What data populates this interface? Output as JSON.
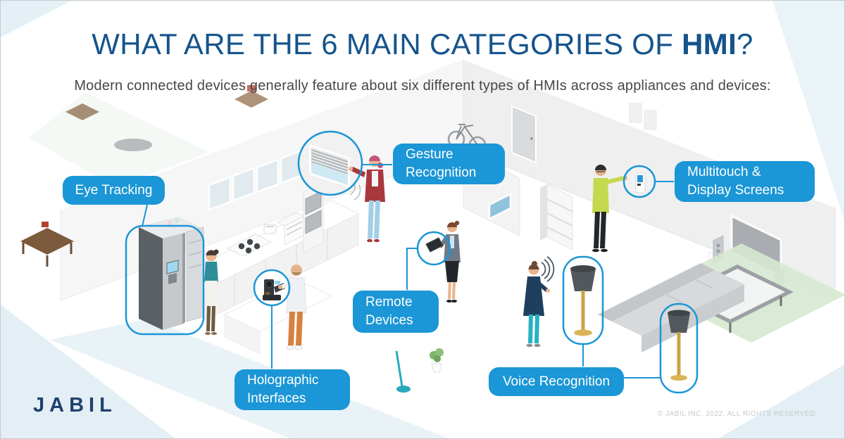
{
  "header": {
    "title_prefix": "WHAT ARE THE 6 MAIN CATEGORIES OF ",
    "title_bold": "HMI",
    "title_suffix": "?",
    "subtitle": "Modern connected devices generally feature about six different types of HMIs across appliances and devices:"
  },
  "callouts": [
    {
      "id": "eye-tracking",
      "text": "Eye Tracking"
    },
    {
      "id": "gesture-recognition",
      "text": "Gesture\nRecognition"
    },
    {
      "id": "multitouch-display-screens",
      "text": "Multitouch &\nDisplay Screens"
    },
    {
      "id": "remote-devices",
      "text": "Remote\nDevices"
    },
    {
      "id": "holographic-interfaces",
      "text": "Holographic\nInterfaces"
    },
    {
      "id": "voice-recognition",
      "text": "Voice Recognition"
    }
  ],
  "scene": {
    "highlighted_devices": [
      "refrigerator-display",
      "window-blinds",
      "wall-touch-panel",
      "handheld-tablet",
      "holographic-projector",
      "smart-floor-lamps"
    ]
  },
  "footer": {
    "logo_text": "JABIL",
    "copyright": "© JABIL INC, 2022. ALL RIGHTS RESERVED."
  },
  "colors": {
    "title_blue": "#15548c",
    "callout_blue": "#1b96d6",
    "highlight_stroke": "#1b96d6",
    "logo_navy": "#20406e",
    "logo_swoosh": "#44aae3",
    "subtitle_gray": "#474747",
    "copyright_gray": "#c3c9cd"
  }
}
